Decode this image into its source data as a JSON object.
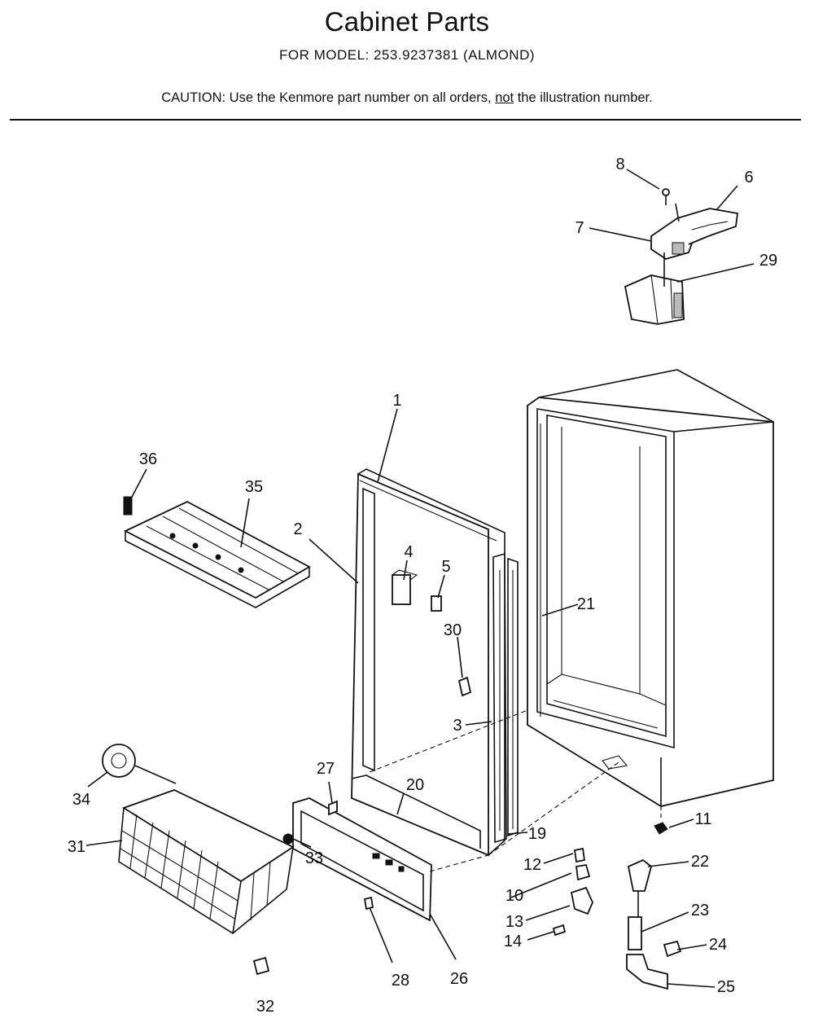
{
  "header": {
    "title": "Cabinet Parts",
    "subtitle": "FOR MODEL: 253.9237381  (ALMOND)",
    "caution_prefix": "CAUTION:  Use the Kenmore part number on all orders, ",
    "caution_emph": "not",
    "caution_suffix": " the illustration number."
  },
  "callouts": [
    "1",
    "2",
    "3",
    "4",
    "5",
    "6",
    "7",
    "8",
    "10",
    "11",
    "12",
    "13",
    "14",
    "19",
    "20",
    "21",
    "22",
    "23",
    "24",
    "25",
    "26",
    "27",
    "28",
    "29",
    "30",
    "31",
    "32",
    "33",
    "34",
    "35",
    "36"
  ]
}
